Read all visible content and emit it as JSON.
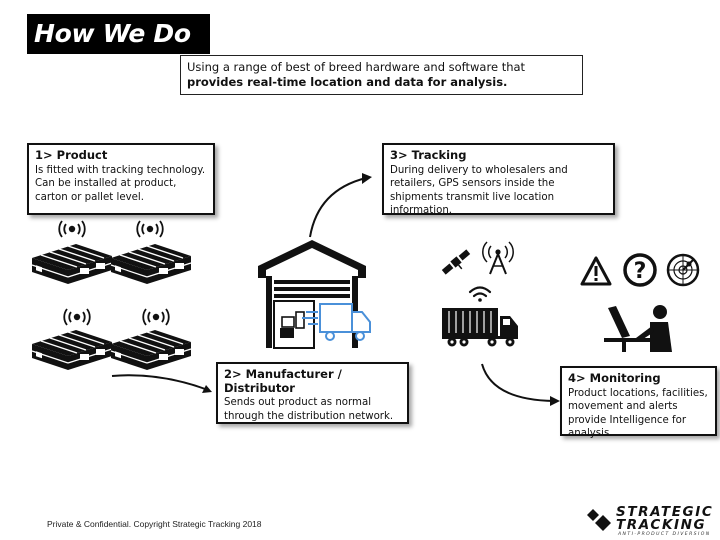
{
  "header": {
    "title": "How We Do It"
  },
  "intro": {
    "text_plain": "Using a range of best of breed hardware and software that ",
    "text_bold": "provides real-time location and data for analysis."
  },
  "steps": [
    {
      "title": "1> Product",
      "body": "Is fitted with tracking technology. Can be installed at product, carton or pallet level."
    },
    {
      "title": "2> Manufacturer / Distributor",
      "body": "Sends out product as normal through the distribution network."
    },
    {
      "title": "3> Tracking",
      "body": "During delivery to wholesalers and retailers, GPS sensors inside the shipments transmit live location information."
    },
    {
      "title": "4> Monitoring",
      "body": "Product locations, facilities, movement and alerts provide Intelligence for analysis."
    }
  ],
  "icons": {
    "pallets": "pallet-icon",
    "signal": "wireless-signal-icon",
    "warehouse": "warehouse-icon",
    "delivery_truck": "delivery-truck-icon",
    "satellite": "satellite-icon",
    "tower": "radio-tower-icon",
    "wifi": "wifi-icon",
    "container_truck": "container-truck-icon",
    "warning": "warning-icon",
    "question": "question-icon",
    "radar": "radar-icon",
    "operator": "computer-operator-icon"
  },
  "colors": {
    "accent_blue": "#4a90d9",
    "black": "#111111"
  },
  "footer": {
    "text": "Private & Confidential. Copyright Strategic Tracking 2018"
  },
  "logo": {
    "line1": "STRATEGIC",
    "line2": "TRACKING",
    "tagline": "ANTI-PRODUCT DIVERSION"
  }
}
